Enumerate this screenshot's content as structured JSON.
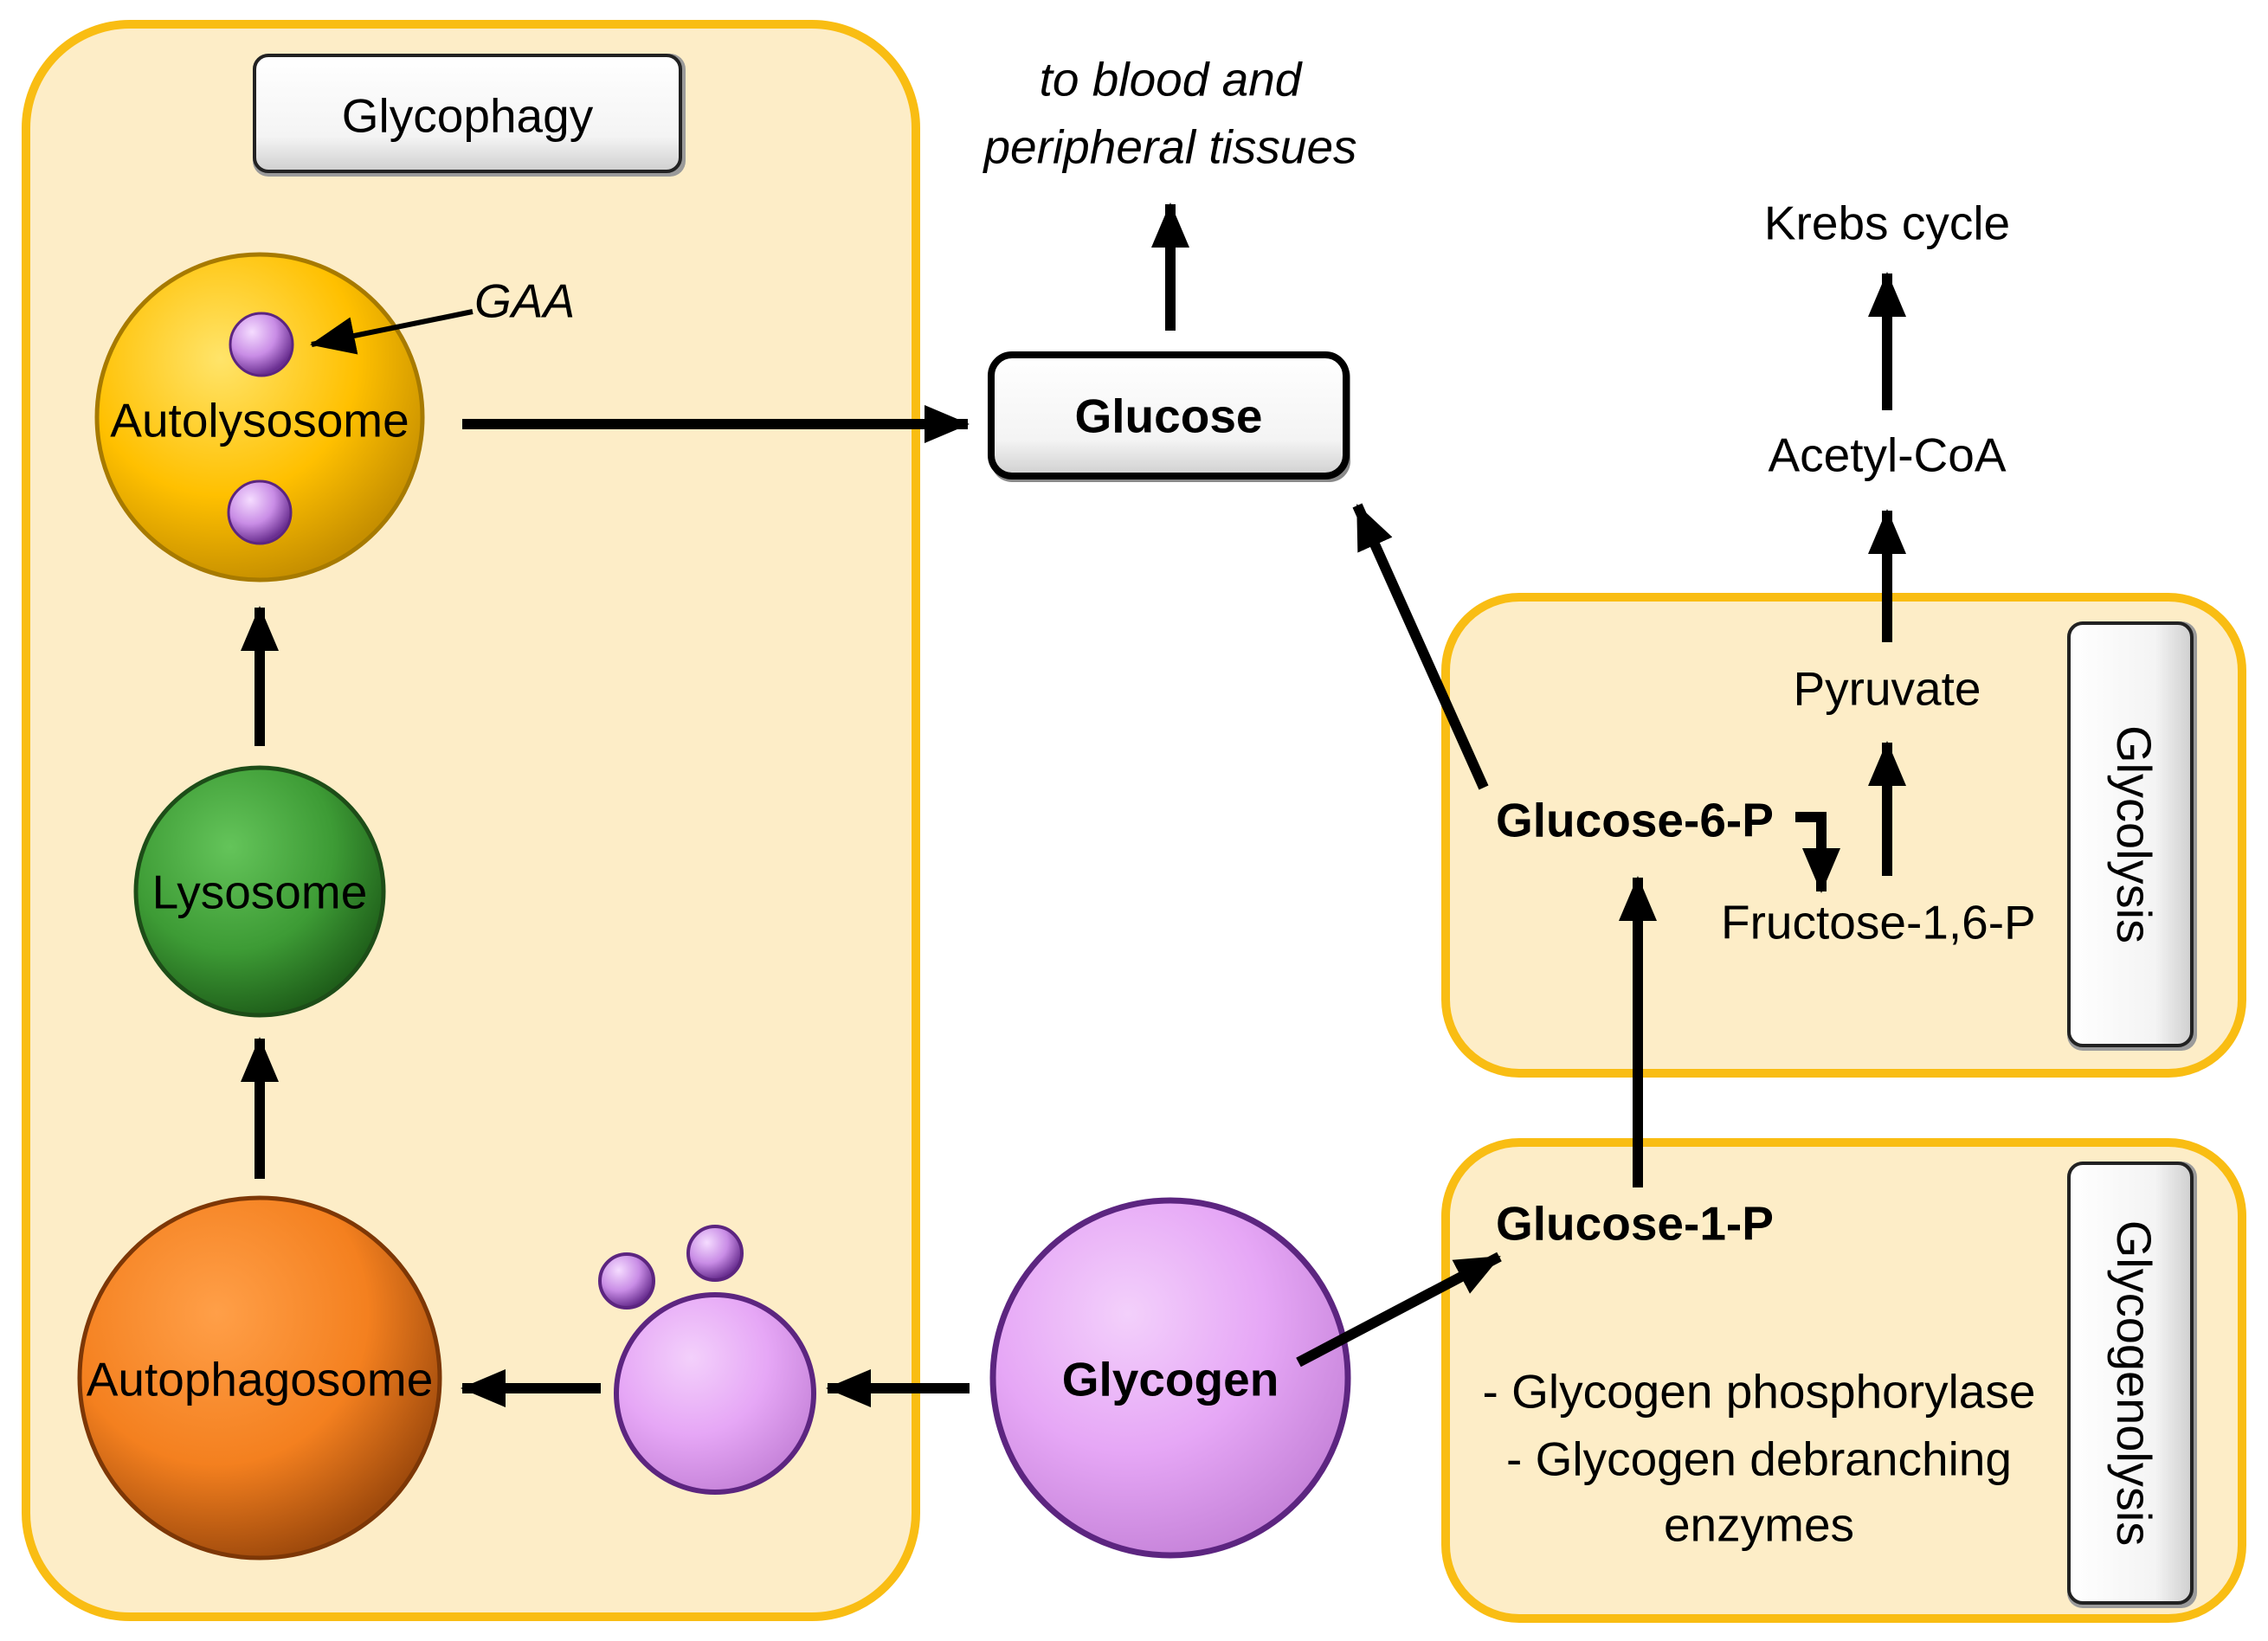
{
  "panels": {
    "glycophagy": {
      "title": "Glycophagy",
      "autolysosome": "Autolysosome",
      "gaa": "GAA",
      "lysosome": "Lysosome",
      "autophagosome": "Autophagosome"
    },
    "glycolysis": {
      "title": "Glycolysis",
      "glucose_6p": "Glucose-6-P",
      "fructose": "Fructose-1,6-P",
      "pyruvate": "Pyruvate"
    },
    "glycogenolysis": {
      "title": "Glycogenolysis",
      "glucose_1p": "Glucose-1-P",
      "enzyme1": "- Glycogen phosphorylase",
      "enzyme2_line1": "- Glycogen debranching",
      "enzyme2_line2": "enzymes"
    }
  },
  "nodes": {
    "glucose": "Glucose",
    "glycogen": "Glycogen",
    "blood_line1": "to blood and",
    "blood_line2": "peripheral tissues",
    "acetyl_coa": "Acetyl-CoA",
    "krebs": "Krebs cycle"
  },
  "colors": {
    "panel_fill": "#fdedc7",
    "panel_border": "#f9bd13",
    "autolysosome": "#ffc000",
    "lysosome": "#3d9b35",
    "autophagosome": "#f4801f",
    "glycogen": "#e6a7f6",
    "glycogen_border": "#5c2580",
    "arrow": "#000000"
  }
}
